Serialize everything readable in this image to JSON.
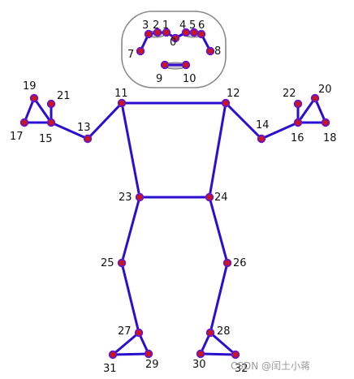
{
  "colors": {
    "bone": "#2b0fd0",
    "joint_fill": "#d01515",
    "joint_stroke": "#6a16c8",
    "face_box": "#888888",
    "eye_mouth_fill": "#c8c8c8"
  },
  "landmarks": [
    {
      "id": "0",
      "label": "0"
    },
    {
      "id": "1",
      "label": "1"
    },
    {
      "id": "2",
      "label": "2"
    },
    {
      "id": "3",
      "label": "3"
    },
    {
      "id": "4",
      "label": "4"
    },
    {
      "id": "5",
      "label": "5"
    },
    {
      "id": "6",
      "label": "6"
    },
    {
      "id": "7",
      "label": "7"
    },
    {
      "id": "8",
      "label": "8"
    },
    {
      "id": "9",
      "label": "9"
    },
    {
      "id": "10",
      "label": "10"
    },
    {
      "id": "11",
      "label": "11"
    },
    {
      "id": "12",
      "label": "12"
    },
    {
      "id": "13",
      "label": "13"
    },
    {
      "id": "14",
      "label": "14"
    },
    {
      "id": "15",
      "label": "15"
    },
    {
      "id": "16",
      "label": "16"
    },
    {
      "id": "17",
      "label": "17"
    },
    {
      "id": "18",
      "label": "18"
    },
    {
      "id": "19",
      "label": "19"
    },
    {
      "id": "20",
      "label": "20"
    },
    {
      "id": "21",
      "label": "21"
    },
    {
      "id": "22",
      "label": "22"
    },
    {
      "id": "23",
      "label": "23"
    },
    {
      "id": "24",
      "label": "24"
    },
    {
      "id": "25",
      "label": "25"
    },
    {
      "id": "26",
      "label": "26"
    },
    {
      "id": "27",
      "label": "27"
    },
    {
      "id": "28",
      "label": "28"
    },
    {
      "id": "29",
      "label": "29"
    },
    {
      "id": "30",
      "label": "30"
    },
    {
      "id": "31",
      "label": "31"
    },
    {
      "id": "32",
      "label": "32"
    }
  ],
  "connections": [
    [
      "0",
      "1"
    ],
    [
      "1",
      "2"
    ],
    [
      "2",
      "3"
    ],
    [
      "3",
      "7"
    ],
    [
      "0",
      "4"
    ],
    [
      "4",
      "5"
    ],
    [
      "5",
      "6"
    ],
    [
      "6",
      "8"
    ],
    [
      "9",
      "10"
    ],
    [
      "11",
      "12"
    ],
    [
      "11",
      "13"
    ],
    [
      "13",
      "15"
    ],
    [
      "15",
      "17"
    ],
    [
      "15",
      "19"
    ],
    [
      "15",
      "21"
    ],
    [
      "17",
      "19"
    ],
    [
      "12",
      "14"
    ],
    [
      "14",
      "16"
    ],
    [
      "16",
      "18"
    ],
    [
      "16",
      "20"
    ],
    [
      "16",
      "22"
    ],
    [
      "18",
      "20"
    ],
    [
      "11",
      "23"
    ],
    [
      "12",
      "24"
    ],
    [
      "23",
      "24"
    ],
    [
      "23",
      "25"
    ],
    [
      "25",
      "27"
    ],
    [
      "27",
      "29"
    ],
    [
      "27",
      "31"
    ],
    [
      "29",
      "31"
    ],
    [
      "24",
      "26"
    ],
    [
      "26",
      "28"
    ],
    [
      "28",
      "30"
    ],
    [
      "28",
      "32"
    ],
    [
      "30",
      "32"
    ]
  ],
  "watermark": "CSDN @闰土小蒋"
}
